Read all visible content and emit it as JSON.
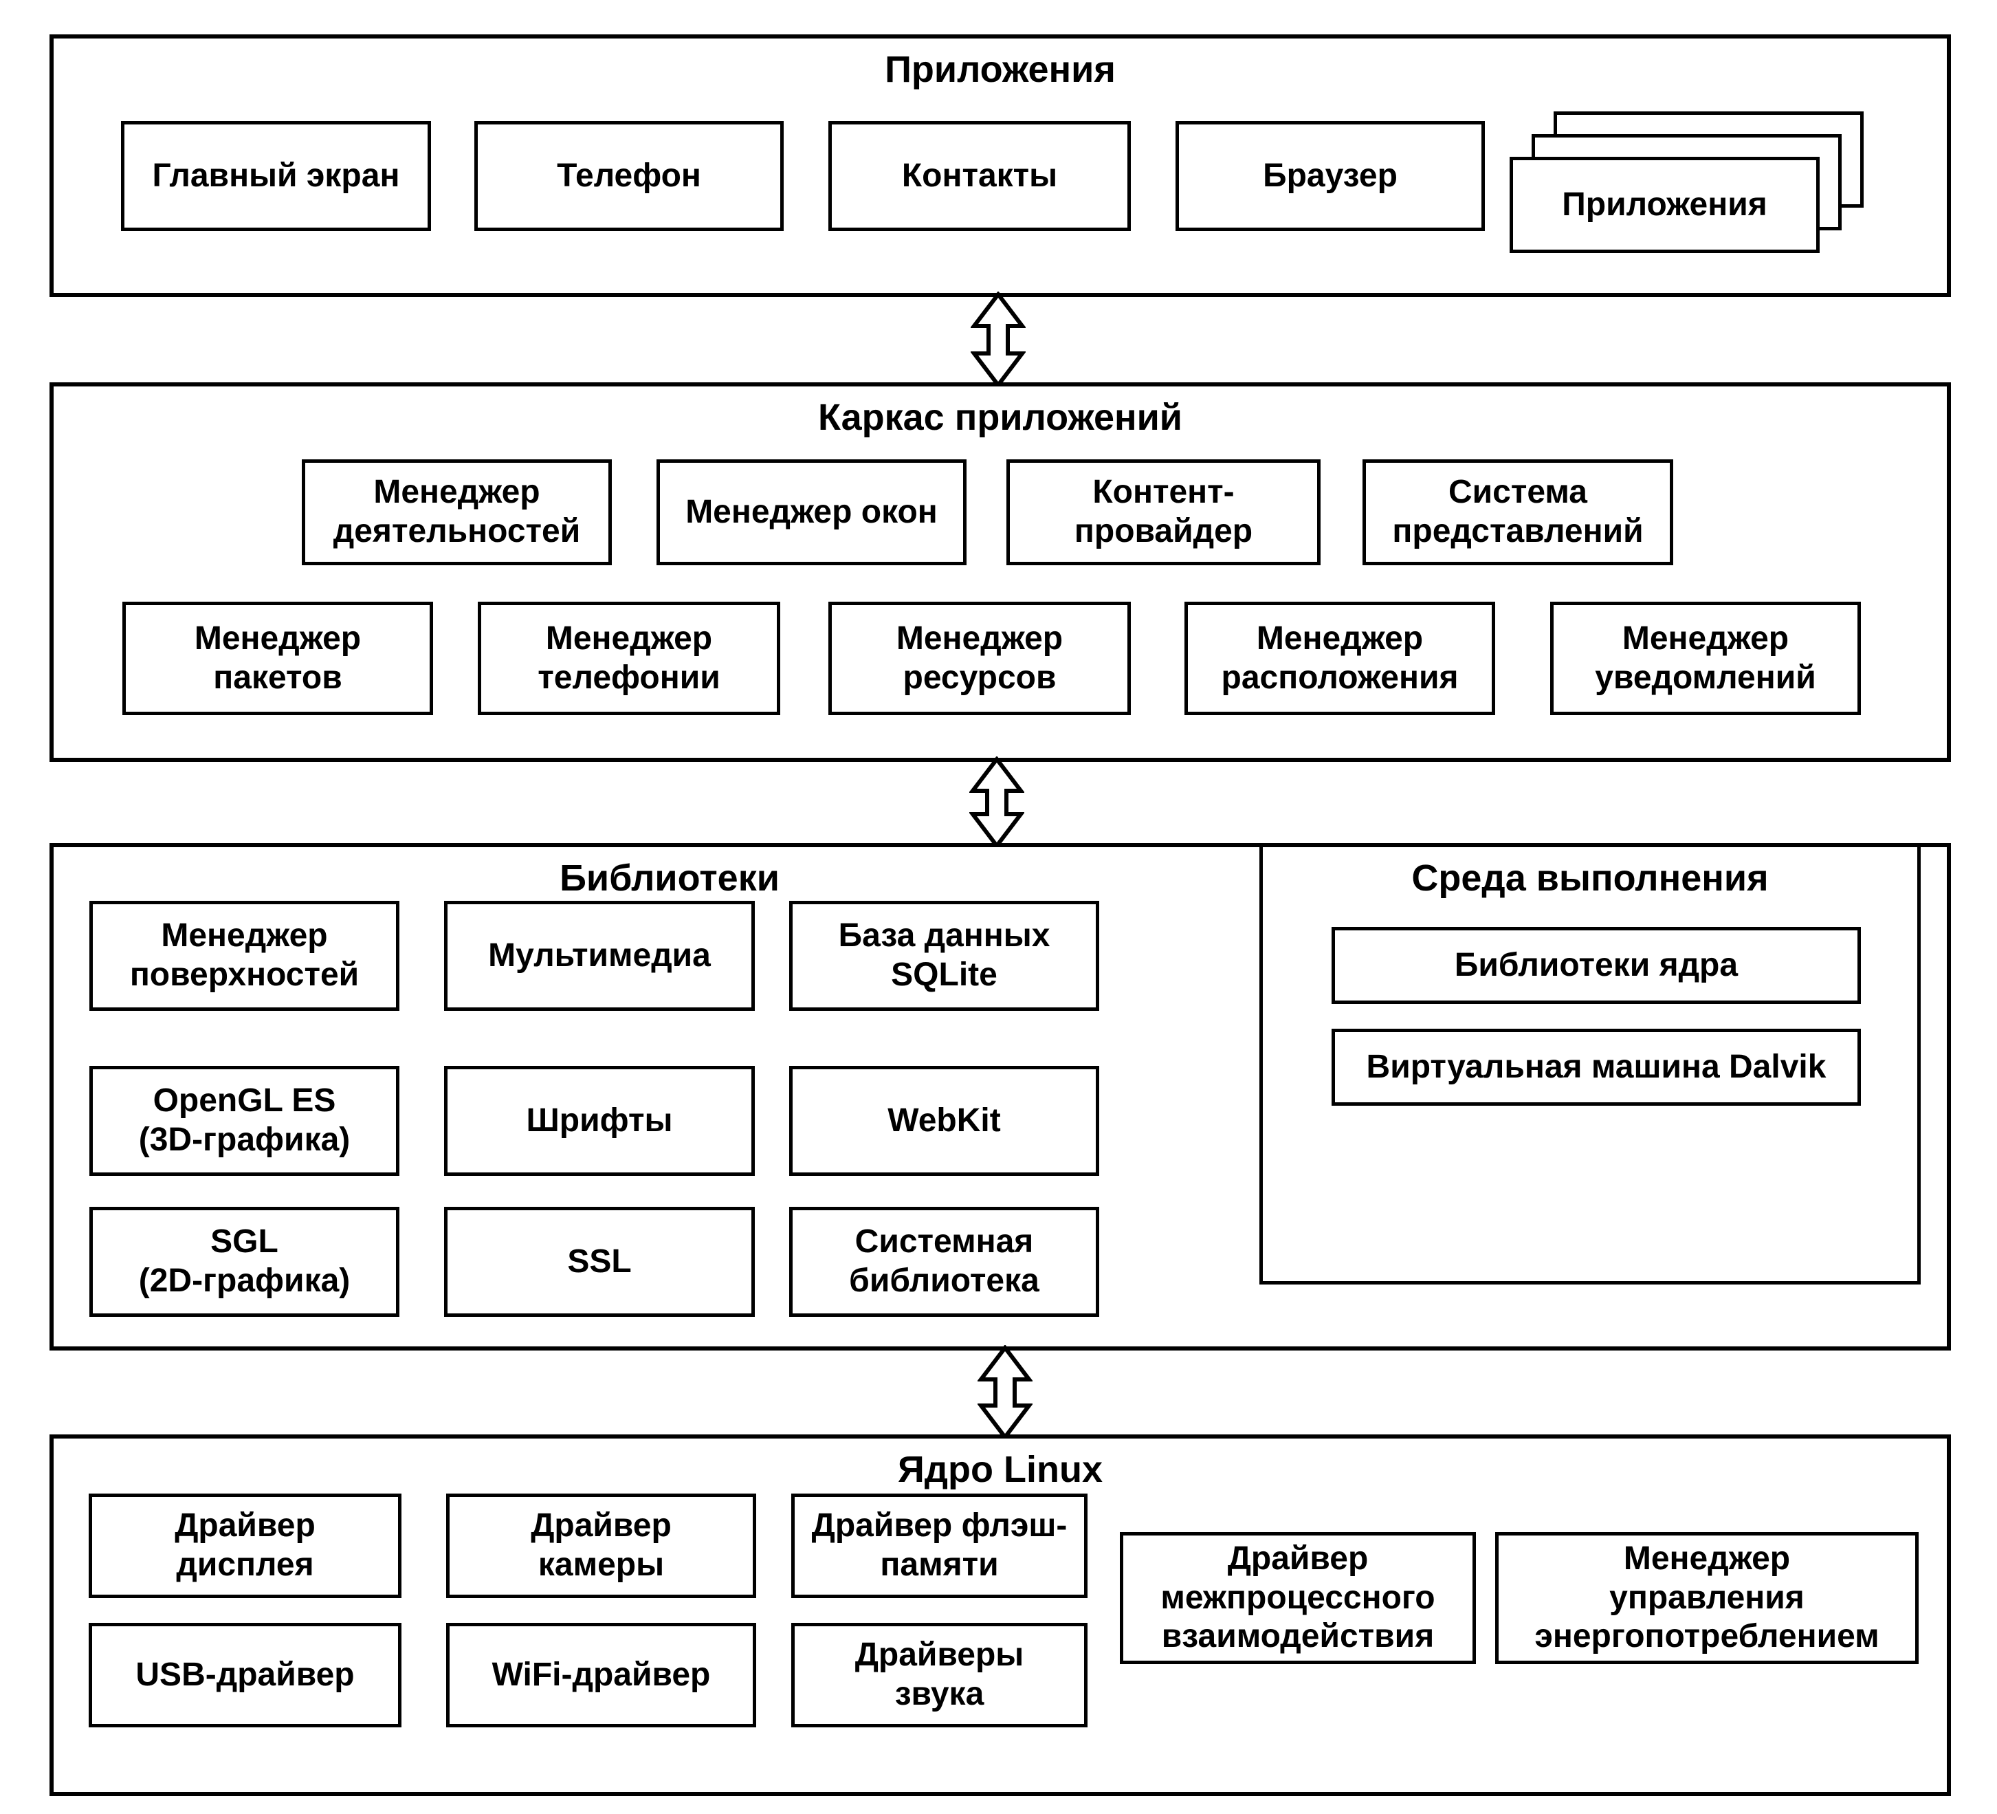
{
  "layers": {
    "apps": {
      "title": "Приложения",
      "boxes": [
        "Главный экран",
        "Телефон",
        "Контакты",
        "Браузер"
      ],
      "stack_label": "Приложения"
    },
    "framework": {
      "title": "Каркас приложений",
      "row1": [
        "Менеджер\nдеятельностей",
        "Менеджер окон",
        "Контент-\nпровайдер",
        "Система\nпредставлений"
      ],
      "row2": [
        "Менеджер\nпакетов",
        "Менеджер\nтелефонии",
        "Менеджер\nресурсов",
        "Менеджер\nрасположения",
        "Менеджер\nуведомлений"
      ]
    },
    "libraries": {
      "title": "Библиотеки",
      "cells": [
        "Менеджер\nповерхностей",
        "Мультимедиа",
        "База данных\nSQLite",
        "OpenGL ES\n(3D-графика)",
        "Шрифты",
        "WebKit",
        "SGL\n(2D-графика)",
        "SSL",
        "Системная\nбиблиотека"
      ]
    },
    "runtime": {
      "title": "Среда выполнения",
      "boxes": [
        "Библиотеки ядра",
        "Виртуальная машина Dalvik"
      ]
    },
    "kernel": {
      "title": "Ядро Linux",
      "cells": [
        "Драйвер\nдисплея",
        "Драйвер\nкамеры",
        "Драйвер флэш-\nпамяти",
        "USB-драйвер",
        "WiFi-драйвер",
        "Драйверы\nзвука"
      ],
      "wide": [
        "Драйвер\nмежпроцессного\nвзаимодействия",
        "Менеджер\nуправления\nэнергопотреблением"
      ]
    },
    "colors": {
      "line": "#000000",
      "background": "#ffffff"
    }
  }
}
